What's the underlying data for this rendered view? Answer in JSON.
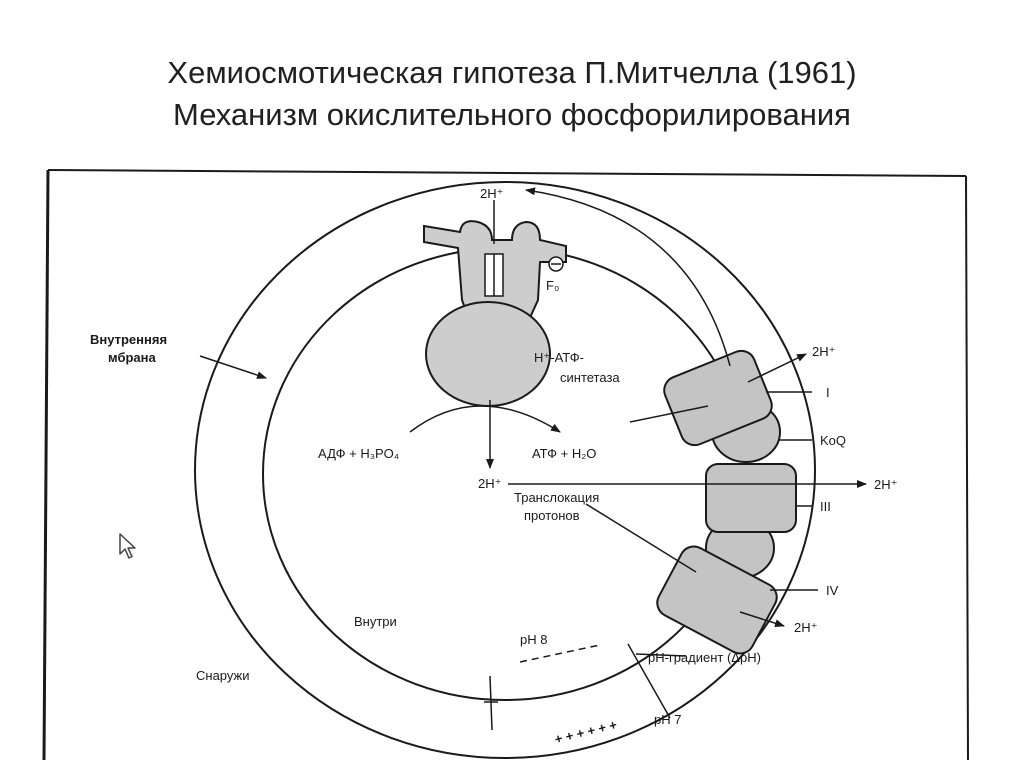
{
  "title": {
    "line1": "Хемиосмотическая гипотеза П.Митчелла (1961)",
    "line2": "Механизм окислительного фосфорилирования"
  },
  "labels": {
    "inner_membrane_1": "Внутренняя",
    "inner_membrane_2": "мбрана",
    "proton_top": "2H⁺",
    "f0": "F₀",
    "atp_synthase_1": "H⁺-АТФ-",
    "atp_synthase_2": "синтетаза",
    "reaction_left": "АДФ + H₃PO₄",
    "reaction_right": "АТФ + H₂O",
    "proton_center": "2H⁺",
    "translocation_1": "Транслокация",
    "translocation_2": "протонов",
    "proton_complex1": "2H⁺",
    "complex_1": "I",
    "koq": "KoQ",
    "proton_complex3": "2H⁺",
    "complex_3": "III",
    "complex_4": "IV",
    "proton_complex4": "2H⁺",
    "inside": "Внутри",
    "ph8": "pH 8",
    "ph_gradient": "pH-градиент (ΔpH)",
    "outside": "Снаружи",
    "plus_signs": "+ + + + + +",
    "ph7": "pH 7"
  },
  "colors": {
    "ink": "#1a1a1a",
    "complex_fill": "#c4c4c4",
    "synthase_fill": "#cdcdcd",
    "title": "#202020"
  },
  "icons": {
    "cursor": "mouse-pointer-icon"
  }
}
